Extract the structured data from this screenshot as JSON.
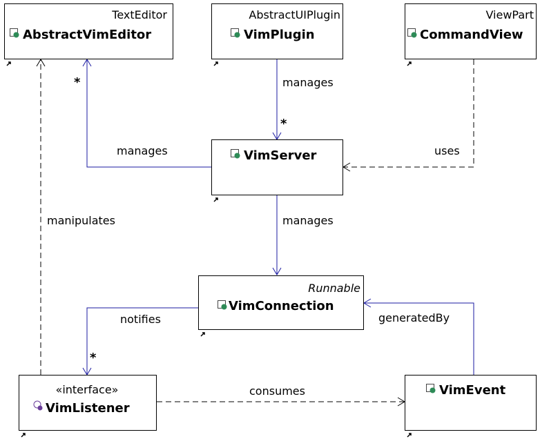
{
  "classes": {
    "abstract_vim_editor": {
      "super": "TextEditor",
      "name": "AbstractVimEditor"
    },
    "vim_plugin": {
      "super": "AbstractUIPlugin",
      "name": "VimPlugin"
    },
    "command_view": {
      "super": "ViewPart",
      "name": "CommandView"
    },
    "vim_server": {
      "name": "VimServer"
    },
    "vim_connection": {
      "super": "Runnable",
      "name": "VimConnection"
    },
    "vim_listener": {
      "stereotype": "«interface»",
      "name": "VimListener"
    },
    "vim_event": {
      "name": "VimEvent"
    }
  },
  "edges": {
    "server_editor": {
      "label": "manages",
      "multiplicity": "*"
    },
    "plugin_server": {
      "label": "manages",
      "multiplicity": "*"
    },
    "view_server": {
      "label": "uses"
    },
    "listener_editor": {
      "label": "manipulates"
    },
    "server_connection": {
      "label": "manages"
    },
    "connection_listener": {
      "label": "notifies",
      "multiplicity": "*"
    },
    "event_connection": {
      "label": "generatedBy"
    },
    "listener_event": {
      "label": "consumes"
    }
  },
  "colors": {
    "association_line": "#1a1aa0",
    "dependency_line": "#000000",
    "class_icon": "#2e8b57",
    "interface_icon": "#6a3d9a"
  }
}
